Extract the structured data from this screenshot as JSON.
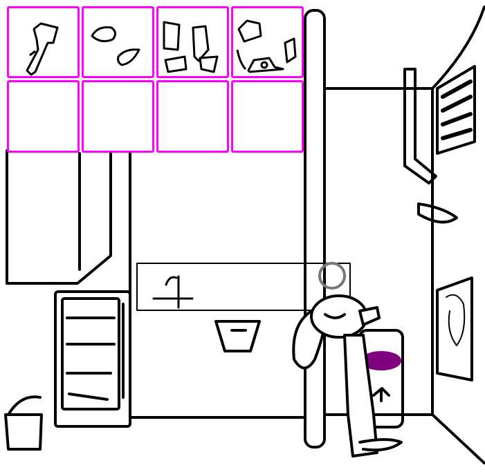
{
  "colors": {
    "inventory_border": "#ff00ff",
    "outline": "#000000",
    "trash_lid": "#800080",
    "background": "#ffffff"
  },
  "inventory": {
    "slots": [
      {
        "item": "flashlight-icon"
      },
      {
        "item": "rocks-icon"
      },
      {
        "item": "bottles-icon"
      },
      {
        "item": "scraps-icon"
      },
      {
        "item": null
      },
      {
        "item": null
      },
      {
        "item": null
      },
      {
        "item": null
      }
    ]
  },
  "scene": {
    "objects": [
      "fridge",
      "trash-can",
      "hanging-basket",
      "wall-shelf",
      "poster",
      "window",
      "pipe",
      "character",
      "bin"
    ]
  }
}
